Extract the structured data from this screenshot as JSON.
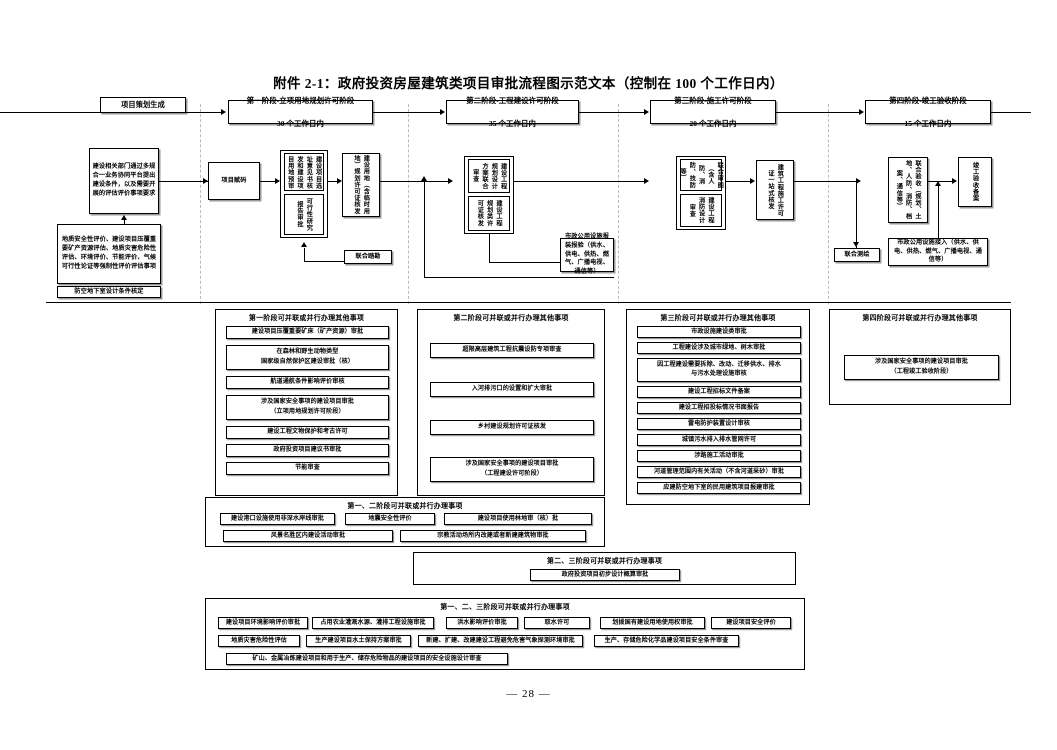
{
  "document": {
    "title": "附件 2-1：政府投资房屋建筑类项目审批流程图示范文本（控制在 100 个工作日内）",
    "page_number": "— 28 —"
  },
  "flow": {
    "start_label": "项目策划生成",
    "stages": [
      {
        "name": "第一阶段-立项用地规划许可阶段",
        "duration": "30 个工作日内"
      },
      {
        "name": "第二阶段-工程建设许可阶段",
        "duration": "35 个工作日内"
      },
      {
        "name": "第三阶段-施工许可阶段",
        "duration": "20 个工作日内"
      },
      {
        "name": "第四阶段-竣工验收阶段",
        "duration": "15 个工作日内"
      }
    ],
    "pre_boxes": {
      "conditions": "建设相关部门通过多规合一业务协同平台提出建设条件，以及需要开展的评估评价事项要求",
      "assessments": "地质安全性评价、建设项目压覆重要矿产资源评估、地质灾害危险性评估、环境评价、节能评价、气候可行性论证等强制性评价评估事项",
      "air_defense": "防空地下室设计条件核定"
    },
    "stage1": {
      "code": "项目赋码",
      "site_review": "建设项目选址意见书核发和建设项目用地预审",
      "feasibility": "可行性研究报告审批",
      "land_permit": "建设用地（含临时用地）规划许可证核发",
      "survey": "联合踏勘"
    },
    "stage2": {
      "design_review": "建设工程规划设计方案联合审查",
      "planning_permit": "建设工程规划类许可证核发",
      "utilities": "市政公用设施报装报验（供水、供电、供热、燃气、广播电视、通信等）"
    },
    "stage3": {
      "joint_drawing_review": "联合审图（含人防、消防、技防等）",
      "fire_design_review": "建设工程消防设计审查",
      "construction_permit": "建筑工程施工许可证一站式核发"
    },
    "stage4": {
      "joint_acceptance": "联合验收（规划、土地、人防、消防、档案、通信等）",
      "completion_record": "竣工验收备案",
      "joint_survey": "联合测绘",
      "utility_connection": "市政公用设施接入（供水、供电、供热、燃气、广播电视、通信等）"
    }
  },
  "panels": {
    "stage1_other": {
      "title": "第一阶段可并联或并行办理其他事项",
      "items": [
        "建设项目压覆重要矿床（矿产资源）审批",
        "在森林和野生动物类型\n国家级自然保护区建设审批（核）",
        "航道通航条件影响评价审核",
        "涉及国家安全事项的建设项目审批\n（立项用地规划许可阶段）",
        "建设工程文物保护和考古许可",
        "政府投资项目建议书审批",
        "节能审查"
      ]
    },
    "stage2_other": {
      "title": "第二阶段可并联或并行办理其他事项",
      "items": [
        "超限高层建筑工程抗震设防专项审查",
        "入河排污口的设置和扩大审批",
        "乡村建设规划许可证核发",
        "涉及国家安全事项的建设项目审批\n（工程建设许可阶段）"
      ]
    },
    "stage3_other": {
      "title": "第三阶段可并联或并行办理其他事项",
      "items": [
        "市政设施建设类审批",
        "工程建设涉及城市绿地、树木审批",
        "因工程建设需要拆除、改动、迁移供水、排水\n与污水处理设施审核",
        "建设工程招标文件备案",
        "建设工程招投标情况书面报告",
        "雷电防护装置设计审核",
        "城镇污水排入排水管网许可",
        "涉路施工活动审批",
        "河道管理范围内有关活动（不含河道采砂）审批",
        "应建防空地下室的民用建筑项目报建审批"
      ]
    },
    "stage4_other": {
      "title": "第四阶段可并联或并行办理其他事项",
      "items": [
        "涉及国家安全事项的建设项目审批\n（工程竣工验收阶段）"
      ]
    },
    "stage12_joint": {
      "title": "第一、二阶段可并联或并行办理事项",
      "row1": [
        "建设港口设施使用非深水岸线审批",
        "地震安全性评价",
        "建设项目使用林地审（核）批"
      ],
      "row2": [
        "风景名胜区内建设活动审批",
        "宗教活动场所内改建或者新建建筑物审批"
      ]
    },
    "stage23_joint": {
      "title": "第二、三阶段可并联或并行办理事项",
      "items": [
        "政府投资项目初步设计概算审批"
      ]
    },
    "stage123_joint": {
      "title": "第一、二、三阶段可并联或并行办理事项",
      "row1": [
        "建设项目环境影响评价审批",
        "占用农业灌溉水源、灌排工程设施审批",
        "洪水影响评价审批",
        "取水许可",
        "划拨国有建设用地使用权审批",
        "建设项目安全评价"
      ],
      "row2": [
        "地质灾害危险性评估",
        "生产建设项目水土保持方案审批",
        "新建、扩建、改建建设工程避免危害气象探测环境审批",
        "生产、存储危险化学品建设项目安全条件审查"
      ],
      "row3": [
        "矿山、金属冶炼建设项目和用于生产、储存危险物品的建设项目的安全设施设计审查"
      ]
    }
  },
  "colors": {
    "border": "#000000",
    "shadow": "#9a9a9a",
    "separator": "#b9b9b9",
    "background": "#ffffff"
  }
}
